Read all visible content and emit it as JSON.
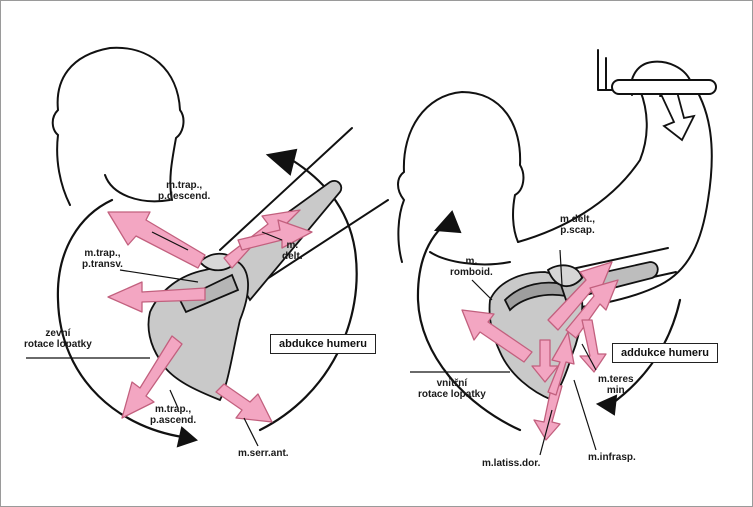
{
  "colors": {
    "arrow_fill": "#f3a6c2",
    "arrow_stroke": "#c2607e",
    "bone_fill": "#c9c9c9",
    "ink": "#1a1a1a"
  },
  "left_figure": {
    "labels": {
      "trap_descend": "m.trap.,\np.descend.",
      "trap_transv": "m.trap.,\np.transv.",
      "delt": "m.\ndelt.",
      "rotation": "zevní\nrotace lopatky",
      "trap_ascend": "m.trap.,\np.ascend.",
      "serr": "m.serr.ant."
    },
    "box_label": "abdukce humeru"
  },
  "right_figure": {
    "labels": {
      "delt_scap": "m.delt.,\np.scap.",
      "rhomboid": "m.\nromboid.",
      "rotation": "vnitřní\nrotace lopatky",
      "teres": "m.teres\nmin",
      "latiss": "m.latiss.dor.",
      "infrasp": "m.infrasp."
    },
    "box_label": "addukce humeru"
  }
}
